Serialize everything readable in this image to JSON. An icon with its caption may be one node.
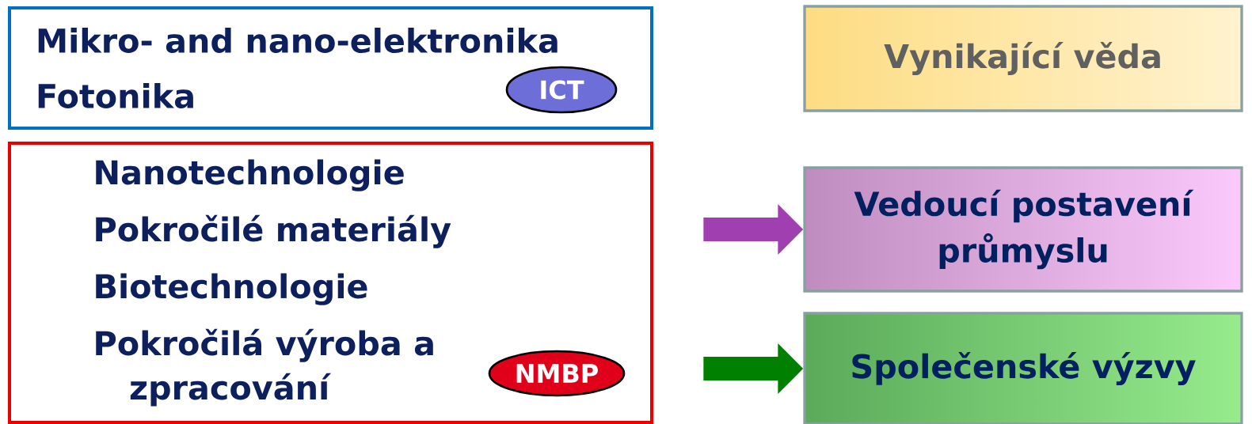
{
  "diagram": {
    "nodes": [
      {
        "text": [
          "Mikro- and nano-elektronika",
          "Fotonika"
        ]
      },
      {
        "text": [
          "ICT"
        ],
        "in": 0
      },
      {
        "text": [
          "Nanotechnologie",
          "Pokročilé materiály",
          "Biotechnologie",
          "Pokročilá výroba a zpracování"
        ]
      },
      {
        "text": [
          "NMBP"
        ],
        "in": 2
      },
      {
        "text": [
          "Vynikající věda"
        ]
      },
      {
        "text": [
          "Vedoucí postavení průmyslu"
        ]
      },
      {
        "text": [
          "Společenské výzvy"
        ]
      }
    ],
    "edges": [
      {
        "from": null,
        "to": 5,
        "arrow": "to",
        "color": "#a040b0"
      },
      {
        "from": null,
        "to": 6,
        "arrow": "to",
        "color": "#008000"
      }
    ]
  }
}
